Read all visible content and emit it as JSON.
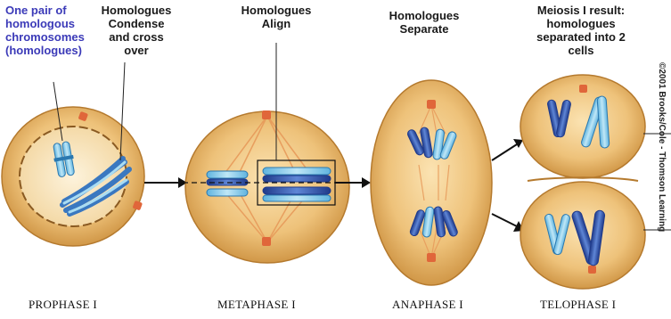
{
  "labels": {
    "homologues_pair": "One pair of\nhomologous\nchromosomes\n(homologues)",
    "condense_cross": "Homologues\nCondense\nand cross\nover",
    "align": "Homologues\nAlign",
    "separate": "Homologues\nSeparate",
    "result": "Meiosis I result:\nhomologues\nseparated into 2\ncells"
  },
  "phases": [
    "PROPHASE I",
    "METAPHASE I",
    "ANAPHASE I",
    "TELOPHASE I"
  ],
  "copyright": "©2001 Brooks/Cole - Thomson Learning",
  "colors": {
    "cell_fill": "#e8b85c",
    "cell_edge": "#c98c3a",
    "chromosome_light": "#8fd0ee",
    "chromosome_dark": "#2f4fa8",
    "centrosome": "#e0663a",
    "label_blue": "#3b3ab8"
  }
}
